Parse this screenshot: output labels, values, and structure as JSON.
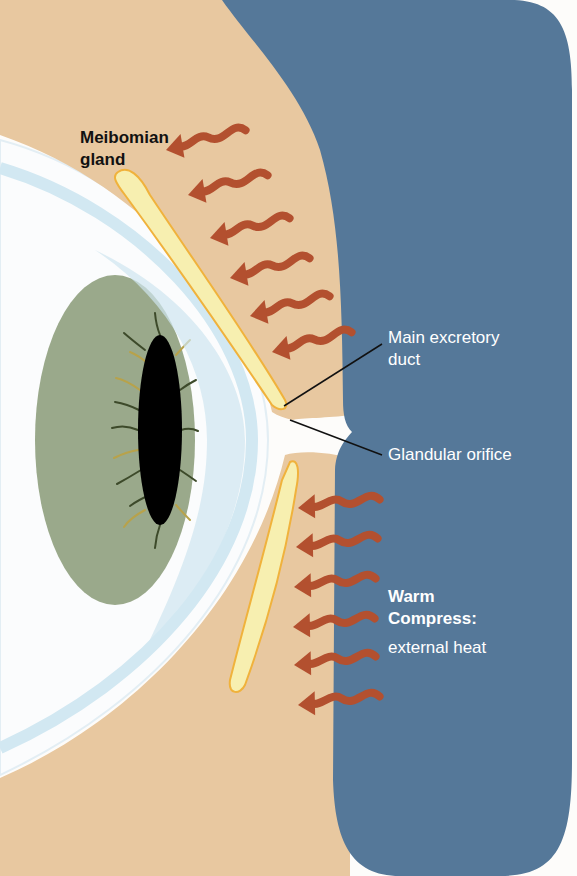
{
  "diagram": {
    "nodes": [
      {
        "text": [
          "Warm Compress:",
          "external heat"
        ]
      }
    ],
    "labels": [
      "Meibomian gland",
      "Main excretory duct",
      "Glandular orifice"
    ]
  }
}
